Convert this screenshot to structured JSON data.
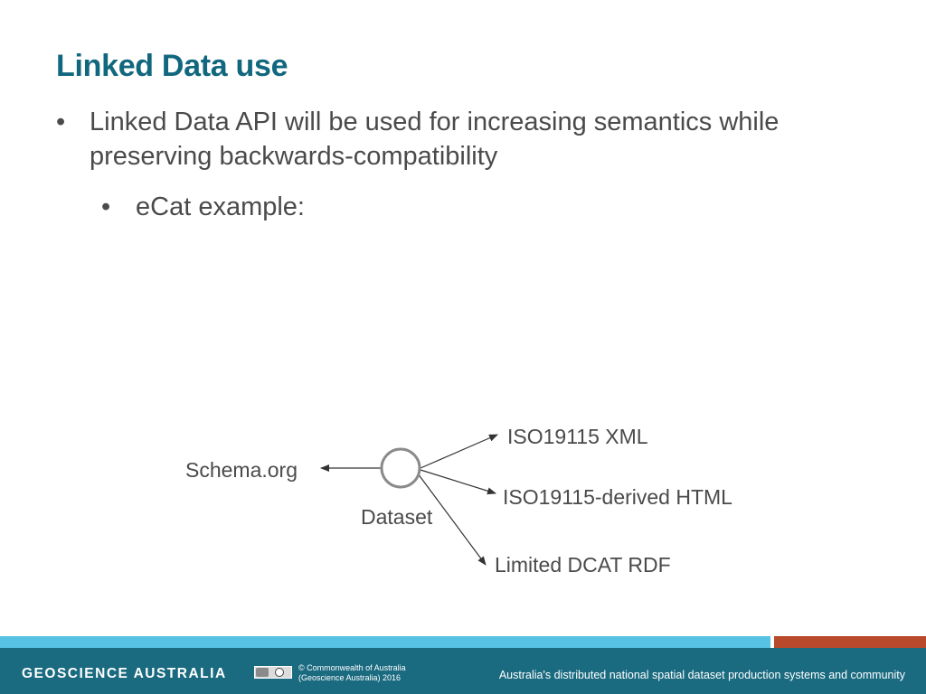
{
  "slide": {
    "title": "Linked Data use",
    "bullets": [
      {
        "marker": "•",
        "text": "Linked Data API will be used for increasing semantics while preserving backwards-compatibility"
      },
      {
        "marker": "•",
        "text": "eCat example:"
      }
    ]
  },
  "diagram": {
    "center_label": "Dataset",
    "left_target": "Schema.org",
    "right_targets": [
      "ISO19115 XML",
      "ISO19115-derived HTML",
      "Limited DCAT RDF"
    ]
  },
  "footer": {
    "brand": "GEOSCIENCE AUSTRALIA",
    "copyright_line1": "© Commonwealth of Australia",
    "copyright_line2": "(Geoscience Australia) 2016",
    "tagline": "Australia's distributed national spatial dataset production systems and community",
    "colors": {
      "bar": "#1a6a80",
      "accent_blue": "#58c2e4",
      "accent_orange": "#b8492a"
    }
  }
}
